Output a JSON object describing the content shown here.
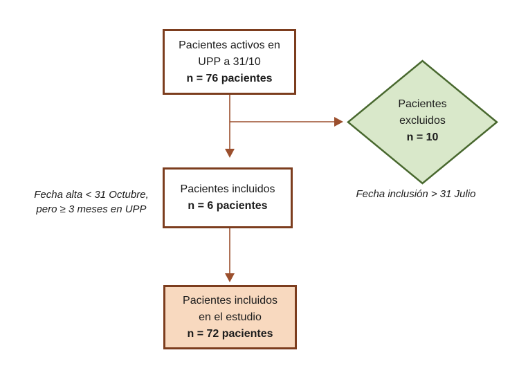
{
  "colors": {
    "box_border": "#7c3d1e",
    "arrow": "#9b4f2d",
    "diamond_fill": "#d9e8ca",
    "diamond_border": "#48682e",
    "result_fill": "#f8d9bf",
    "text": "#1c1c1c",
    "background": "#ffffff"
  },
  "nodes": {
    "source": {
      "line1": "Pacientes activos en",
      "line2": "UPP a 31/10",
      "count": "n = 76 pacientes"
    },
    "included": {
      "line1": "Pacientes incluidos",
      "count": "n = 6 pacientes"
    },
    "excluded": {
      "line1": "Pacientes",
      "line2": "excluidos",
      "count": "n = 10"
    },
    "study": {
      "line1": "Pacientes incluidos",
      "line2": "en el estudio",
      "count": "n = 72 pacientes"
    }
  },
  "annotations": {
    "left_line1": "Fecha alta < 31 Octubre,",
    "left_line2": "pero ≥ 3 meses en UPP",
    "right": "Fecha inclusión > 31 Julio"
  }
}
